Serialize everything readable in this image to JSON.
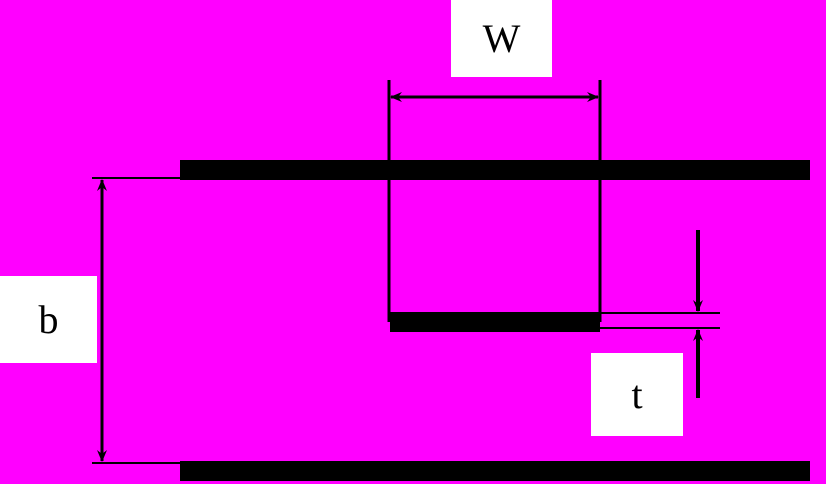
{
  "colors": {
    "background": "#ff00ff",
    "stroke": "#000000",
    "label_background": "#ffffff"
  },
  "labels": {
    "width": "W",
    "separation": "b",
    "thickness": "t"
  }
}
